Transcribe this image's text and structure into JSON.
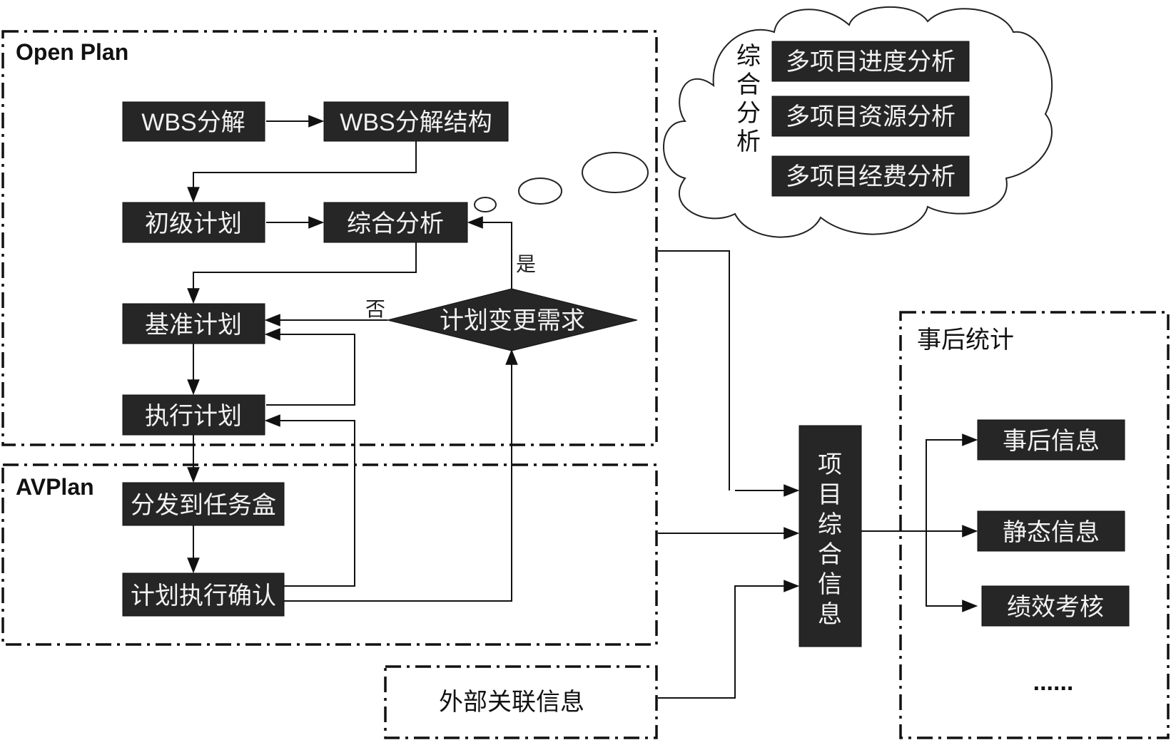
{
  "regions": {
    "open_plan": "Open Plan",
    "avplan": "AVPlan",
    "post_stats": "事后统计",
    "external": "外部关联信息"
  },
  "nodes": {
    "wbs_decompose": "WBS分解",
    "wbs_structure": "WBS分解结构",
    "initial_plan": "初级计划",
    "comprehensive_analysis": "综合分析",
    "baseline_plan": "基准计划",
    "execute_plan": "执行计划",
    "change_request": "计划变更需求",
    "dispatch_taskbox": "分发到任务盒",
    "confirm_execution": "计划执行确认",
    "project_info": [
      "项",
      "目",
      "综",
      "合",
      "信",
      "息"
    ],
    "post_info": "事后信息",
    "static_info": "静态信息",
    "performance": "绩效考核",
    "more": "......"
  },
  "decision_labels": {
    "yes": "是",
    "no": "否"
  },
  "cloud": {
    "title_chars": [
      "综",
      "合",
      "分",
      "析"
    ],
    "items": [
      "多项目进度分析",
      "多项目资源分析",
      "多项目经费分析"
    ]
  }
}
